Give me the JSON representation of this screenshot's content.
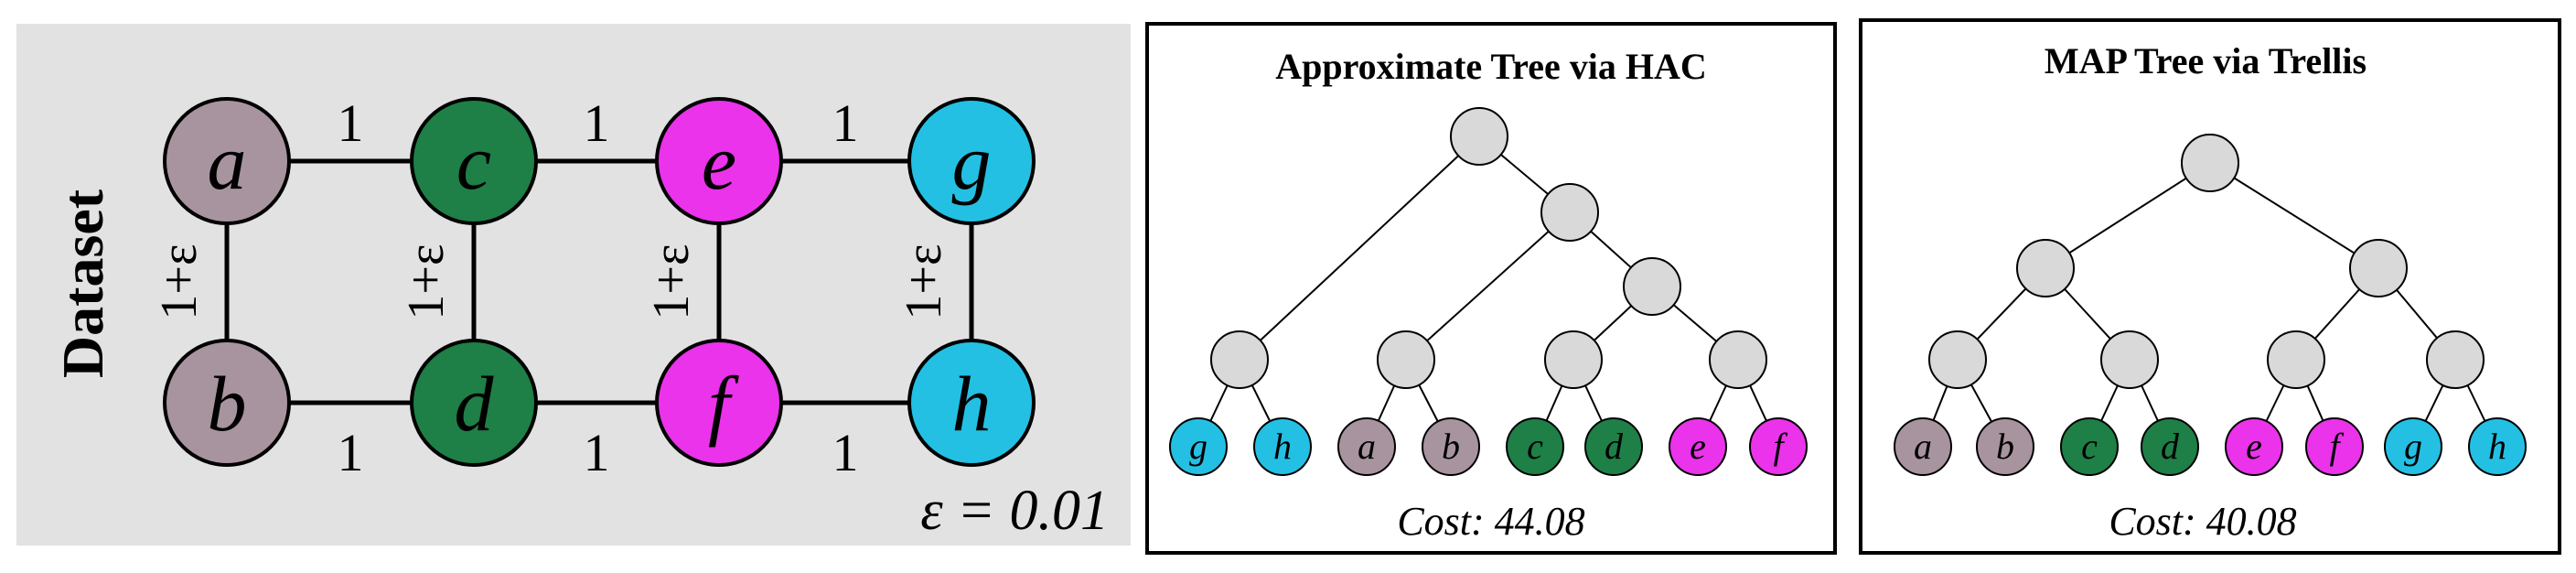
{
  "dataset": {
    "title": "Dataset",
    "epsilon_note": "ε = 0.01",
    "nodes": [
      {
        "id": "a",
        "label": "a",
        "color": "#a8949f"
      },
      {
        "id": "b",
        "label": "b",
        "color": "#a8949f"
      },
      {
        "id": "c",
        "label": "c",
        "color": "#1e7f47"
      },
      {
        "id": "d",
        "label": "d",
        "color": "#1e7f47"
      },
      {
        "id": "e",
        "label": "e",
        "color": "#ea33ea"
      },
      {
        "id": "f",
        "label": "f",
        "color": "#ea33ea"
      },
      {
        "id": "g",
        "label": "g",
        "color": "#23c0e4"
      },
      {
        "id": "h",
        "label": "h",
        "color": "#23c0e4"
      }
    ],
    "edges": [
      {
        "from": "a",
        "to": "c",
        "weight": "1"
      },
      {
        "from": "c",
        "to": "e",
        "weight": "1"
      },
      {
        "from": "e",
        "to": "g",
        "weight": "1"
      },
      {
        "from": "b",
        "to": "d",
        "weight": "1"
      },
      {
        "from": "d",
        "to": "f",
        "weight": "1"
      },
      {
        "from": "f",
        "to": "h",
        "weight": "1"
      },
      {
        "from": "a",
        "to": "b",
        "weight": "1+ε"
      },
      {
        "from": "c",
        "to": "d",
        "weight": "1+ε"
      },
      {
        "from": "e",
        "to": "f",
        "weight": "1+ε"
      },
      {
        "from": "g",
        "to": "h",
        "weight": "1+ε"
      }
    ]
  },
  "panels": [
    {
      "id": "hac",
      "title": "Approximate Tree via HAC",
      "cost": "Cost: 44.08",
      "leaves": [
        "g",
        "h",
        "a",
        "b",
        "c",
        "d",
        "e",
        "f"
      ]
    },
    {
      "id": "trellis",
      "title": "MAP Tree via Trellis",
      "cost": "Cost: 40.08",
      "leaves": [
        "a",
        "b",
        "c",
        "d",
        "e",
        "f",
        "g",
        "h"
      ]
    }
  ],
  "colors": {
    "internal_node": "#d9d9d9",
    "dataset_bg": "#e2e2e2",
    "stroke": "#000000"
  }
}
